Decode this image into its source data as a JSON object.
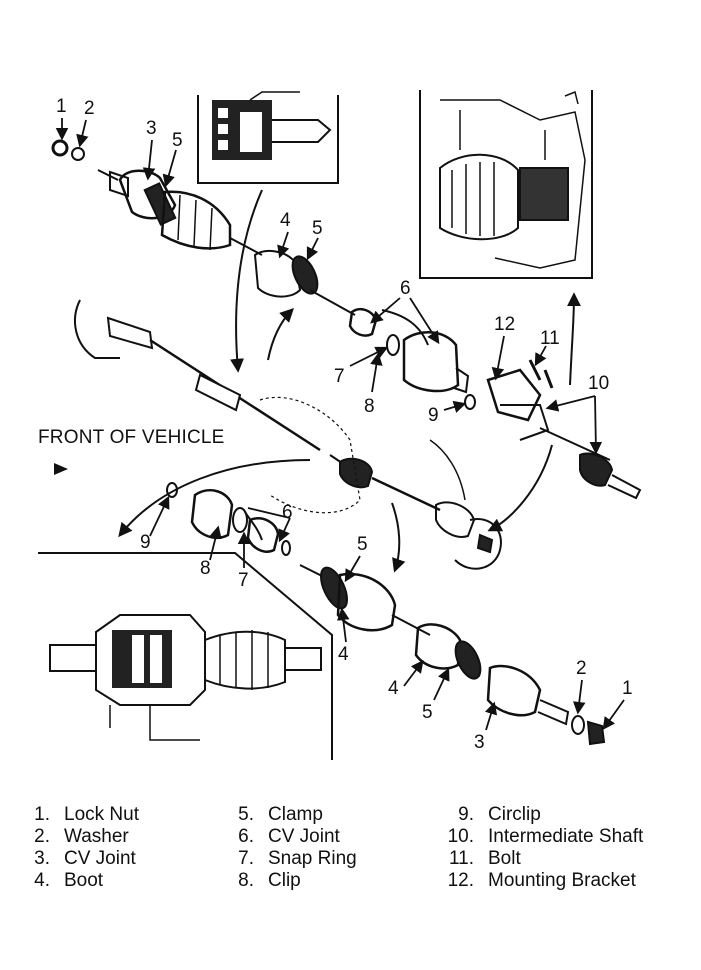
{
  "diagram": {
    "front_label": "FRONT OF VEHICLE",
    "callouts_upper": [
      "1",
      "2",
      "3",
      "5",
      "4",
      "5",
      "6",
      "7",
      "8",
      "12",
      "11",
      "10",
      "9"
    ],
    "callouts_lower": [
      "9",
      "8",
      "7",
      "6",
      "5",
      "4",
      "4",
      "5",
      "3",
      "2",
      "1"
    ]
  },
  "legend": {
    "col1": [
      {
        "num": "1.",
        "text": "Lock Nut"
      },
      {
        "num": "2.",
        "text": "Washer"
      },
      {
        "num": "3.",
        "text": "CV Joint"
      },
      {
        "num": "4.",
        "text": "Boot"
      }
    ],
    "col2": [
      {
        "num": "5.",
        "text": "Clamp"
      },
      {
        "num": "6.",
        "text": "CV Joint"
      },
      {
        "num": "7.",
        "text": "Snap Ring"
      },
      {
        "num": "8.",
        "text": "Clip"
      }
    ],
    "col3": [
      {
        "num": "9.",
        "text": "Circlip"
      },
      {
        "num": "10.",
        "text": "Intermediate Shaft"
      },
      {
        "num": "11.",
        "text": "Bolt"
      },
      {
        "num": "12.",
        "text": "Mounting Bracket"
      }
    ]
  }
}
